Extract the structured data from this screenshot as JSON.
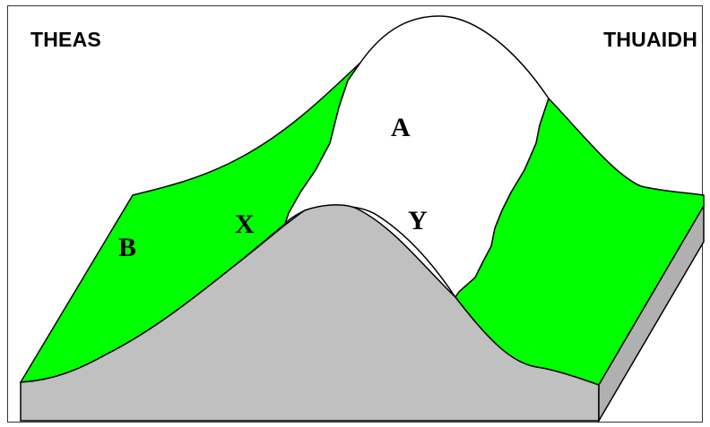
{
  "directions": {
    "south": "THEAS",
    "north": "THUAIDH"
  },
  "regions": {
    "a": "A",
    "b": "B",
    "x": "X",
    "y": "Y"
  },
  "colors": {
    "land_green": "#00ff00",
    "cross_section": "#c0c0c0",
    "side_face": "#b0b0b0",
    "summit": "#ffffff",
    "outline": "#000000"
  }
}
